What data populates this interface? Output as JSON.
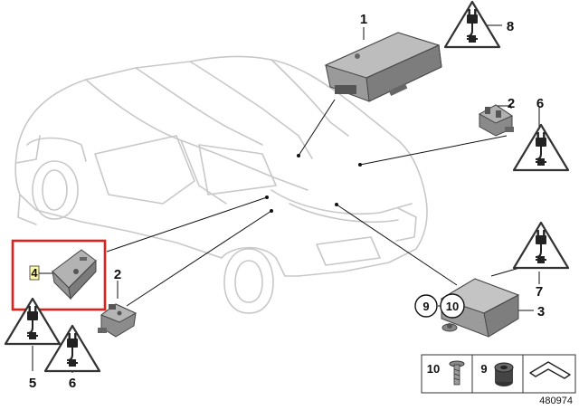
{
  "diagram": {
    "reference_number": "480974",
    "highlight_color": "#e0201b",
    "part_labels": {
      "control_unit": "1",
      "antenna_amplifier_top": "2",
      "antenna_amplifier_left": "2",
      "box_module": "3",
      "selected_module": "4",
      "warning_left_1": "5",
      "warning_left_2": "6",
      "warning_top_right": "6",
      "warning_right_lower": "7",
      "warning_top": "8",
      "grommet_callout": "9",
      "screw_callout": "10"
    },
    "fastener_legend": {
      "screw_number": "10",
      "grommet_number": "9"
    }
  }
}
